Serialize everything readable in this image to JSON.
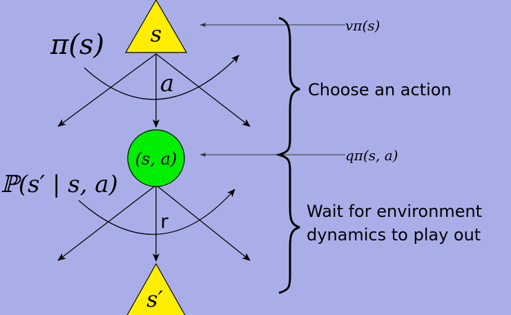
{
  "nodes": {
    "state_label": "s",
    "state_action_label": "(s, a)",
    "next_state_label": "s′",
    "state_color": "#ffee00",
    "state_action_color": "#00ee00"
  },
  "edges": {
    "action_label": "a",
    "reward_label": "r"
  },
  "annotations": {
    "policy": "π(s)",
    "transition": "ℙ(s′ | s, a)",
    "state_value": "vπ(s)",
    "action_value": "qπ(s, a)"
  },
  "phases": {
    "choose": "Choose an action",
    "wait_line1": "Wait for environment",
    "wait_line2": "dynamics to play out"
  }
}
